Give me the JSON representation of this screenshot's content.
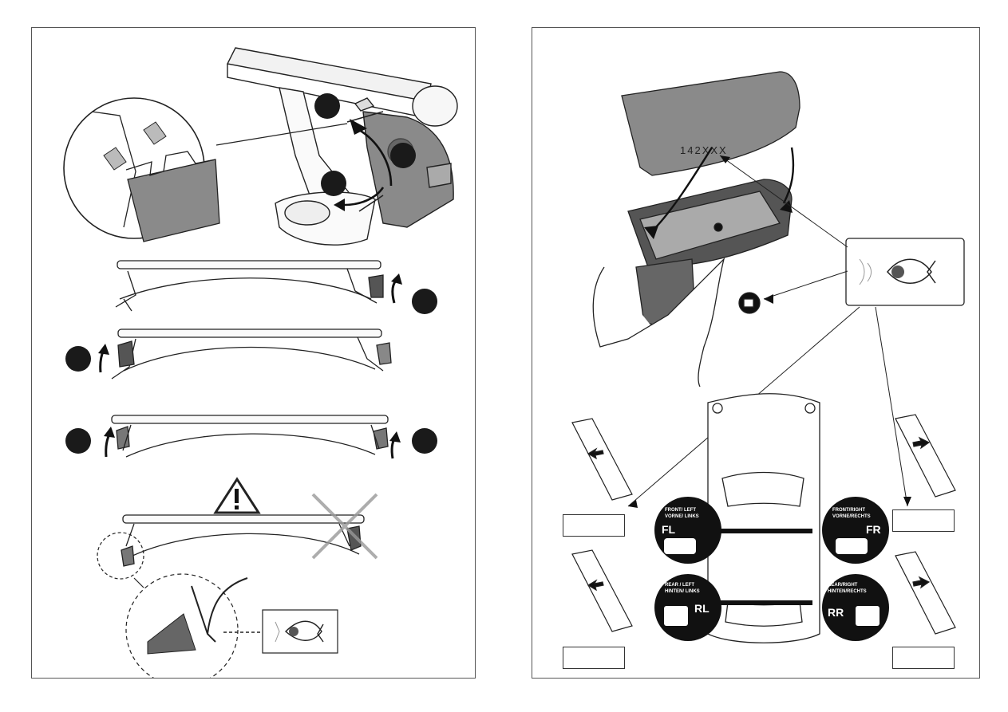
{
  "document": {
    "left_page": {
      "steps": [
        "",
        "",
        "",
        "",
        "",
        "",
        ""
      ]
    },
    "right_page": {
      "foot_pad_code": "142XXX",
      "badges": {
        "FL": {
          "code": "FL",
          "caption_line1": "FRONT/ LEFT",
          "caption_line2": "VORNE/ LINKS"
        },
        "FR": {
          "code": "FR",
          "caption_line1": "FRONT/RIGHT",
          "caption_line2": "VORNE/RECHTS"
        },
        "RL": {
          "code": "RL",
          "caption_line1": "REAR / LEFT",
          "caption_line2": "HINTEN/ LINKS"
        },
        "RR": {
          "code": "RR",
          "caption_line1": "REAR/RIGHT",
          "caption_line2": "HINTEN/RECHTS"
        }
      },
      "label_boxes": [
        "",
        "",
        "",
        ""
      ]
    }
  },
  "colors": {
    "line": "#222222",
    "foot_gray": "#8a8a8a",
    "dark_gray": "#555555",
    "step_circle": "#1a1a1a",
    "badge_bg": "#111111"
  }
}
